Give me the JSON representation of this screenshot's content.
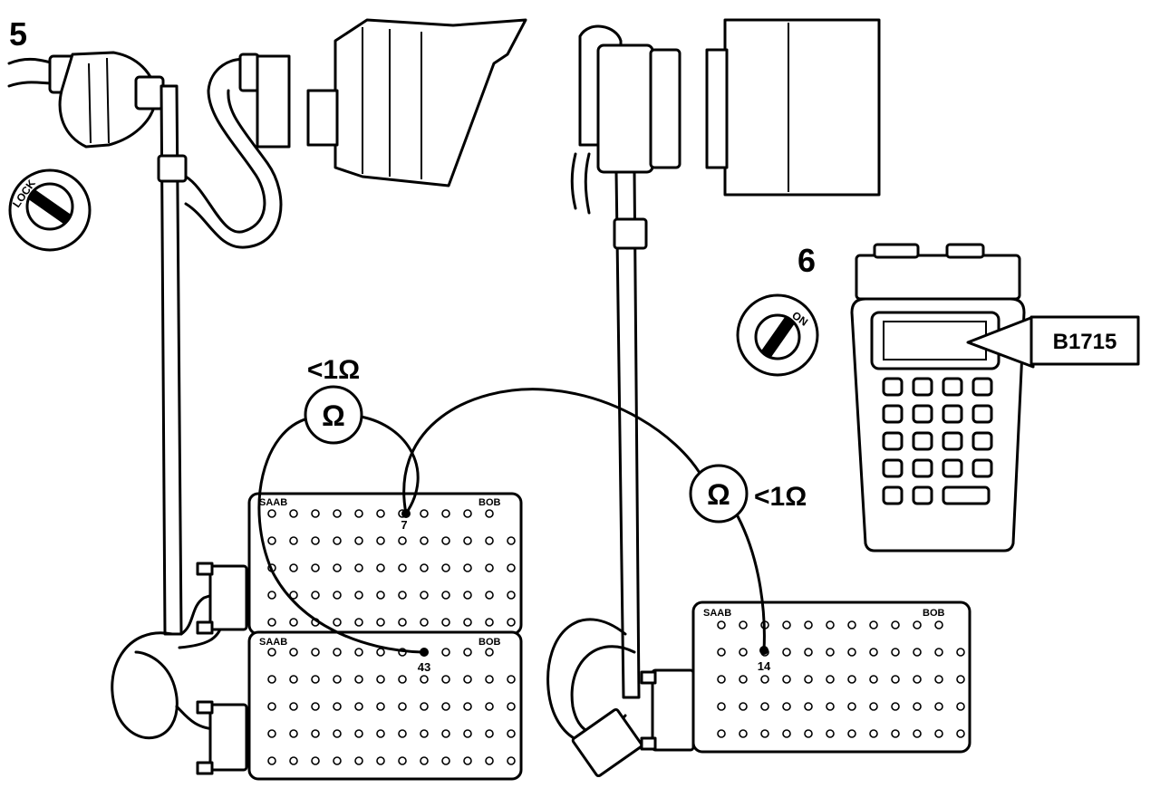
{
  "steps": {
    "step5": "5",
    "step6": "6"
  },
  "ignition": {
    "lock_label": "LOCK",
    "on_label": "ON"
  },
  "scan_tool": {
    "code": "B1715"
  },
  "meters": [
    {
      "symbol": "Ω",
      "reading": "<1Ω"
    },
    {
      "symbol": "Ω",
      "reading": "<1Ω"
    }
  ],
  "boxes": [
    {
      "brand": "SAAB",
      "model": "BOB",
      "rows": 5,
      "cols": 12,
      "pin": "7"
    },
    {
      "brand": "SAAB",
      "model": "BOB",
      "rows": 5,
      "cols": 12,
      "pin": "43"
    },
    {
      "brand": "SAAB",
      "model": "BOB",
      "rows": 5,
      "cols": 12,
      "pin": "14"
    }
  ]
}
